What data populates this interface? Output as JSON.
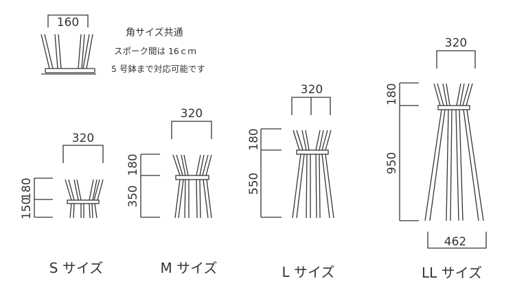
{
  "colors": {
    "line": "#333333",
    "background": "#ffffff"
  },
  "top_detail": {
    "width_label": "160",
    "notes": [
      "角サイズ共通",
      "スポーク間は 16ｃｍ",
      "5 号鉢まで対応可能です"
    ]
  },
  "sizes": [
    {
      "name": "S サイズ",
      "width_label": "320",
      "upper_label": "180",
      "lower_label": "150"
    },
    {
      "name": "M サイズ",
      "width_label": "320",
      "upper_label": "180",
      "lower_label": "350"
    },
    {
      "name": "L サイズ",
      "width_label": "320",
      "upper_label": "180",
      "lower_label": "550"
    },
    {
      "name": "LL サイズ",
      "width_label": "320",
      "upper_label": "180",
      "lower_label": "950",
      "base_label": "462"
    }
  ]
}
